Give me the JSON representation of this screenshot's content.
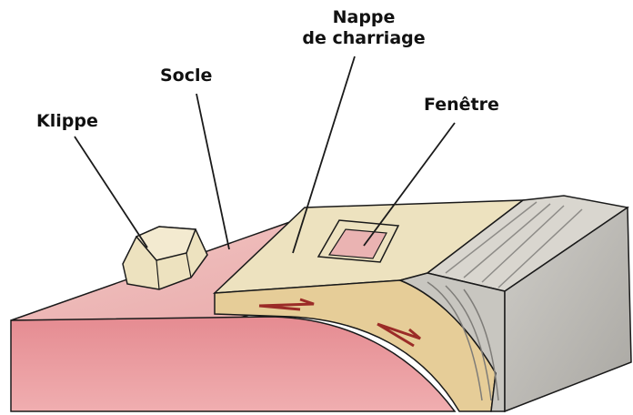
{
  "labels": {
    "klippe": "Klippe",
    "socle": "Socle",
    "nappe_line1": "Nappe",
    "nappe_line2": "de charriage",
    "fenetre": "Fenêtre"
  },
  "colors": {
    "socle_top": "#eab3b2",
    "socle_front": "#e8959a",
    "nappe_top": "#ede2bf",
    "nappe_section": "#e6cd98",
    "thrust_arrow": "#9b2b27",
    "grey_block": "#bdbbb6",
    "outline": "#1a1a1a"
  }
}
